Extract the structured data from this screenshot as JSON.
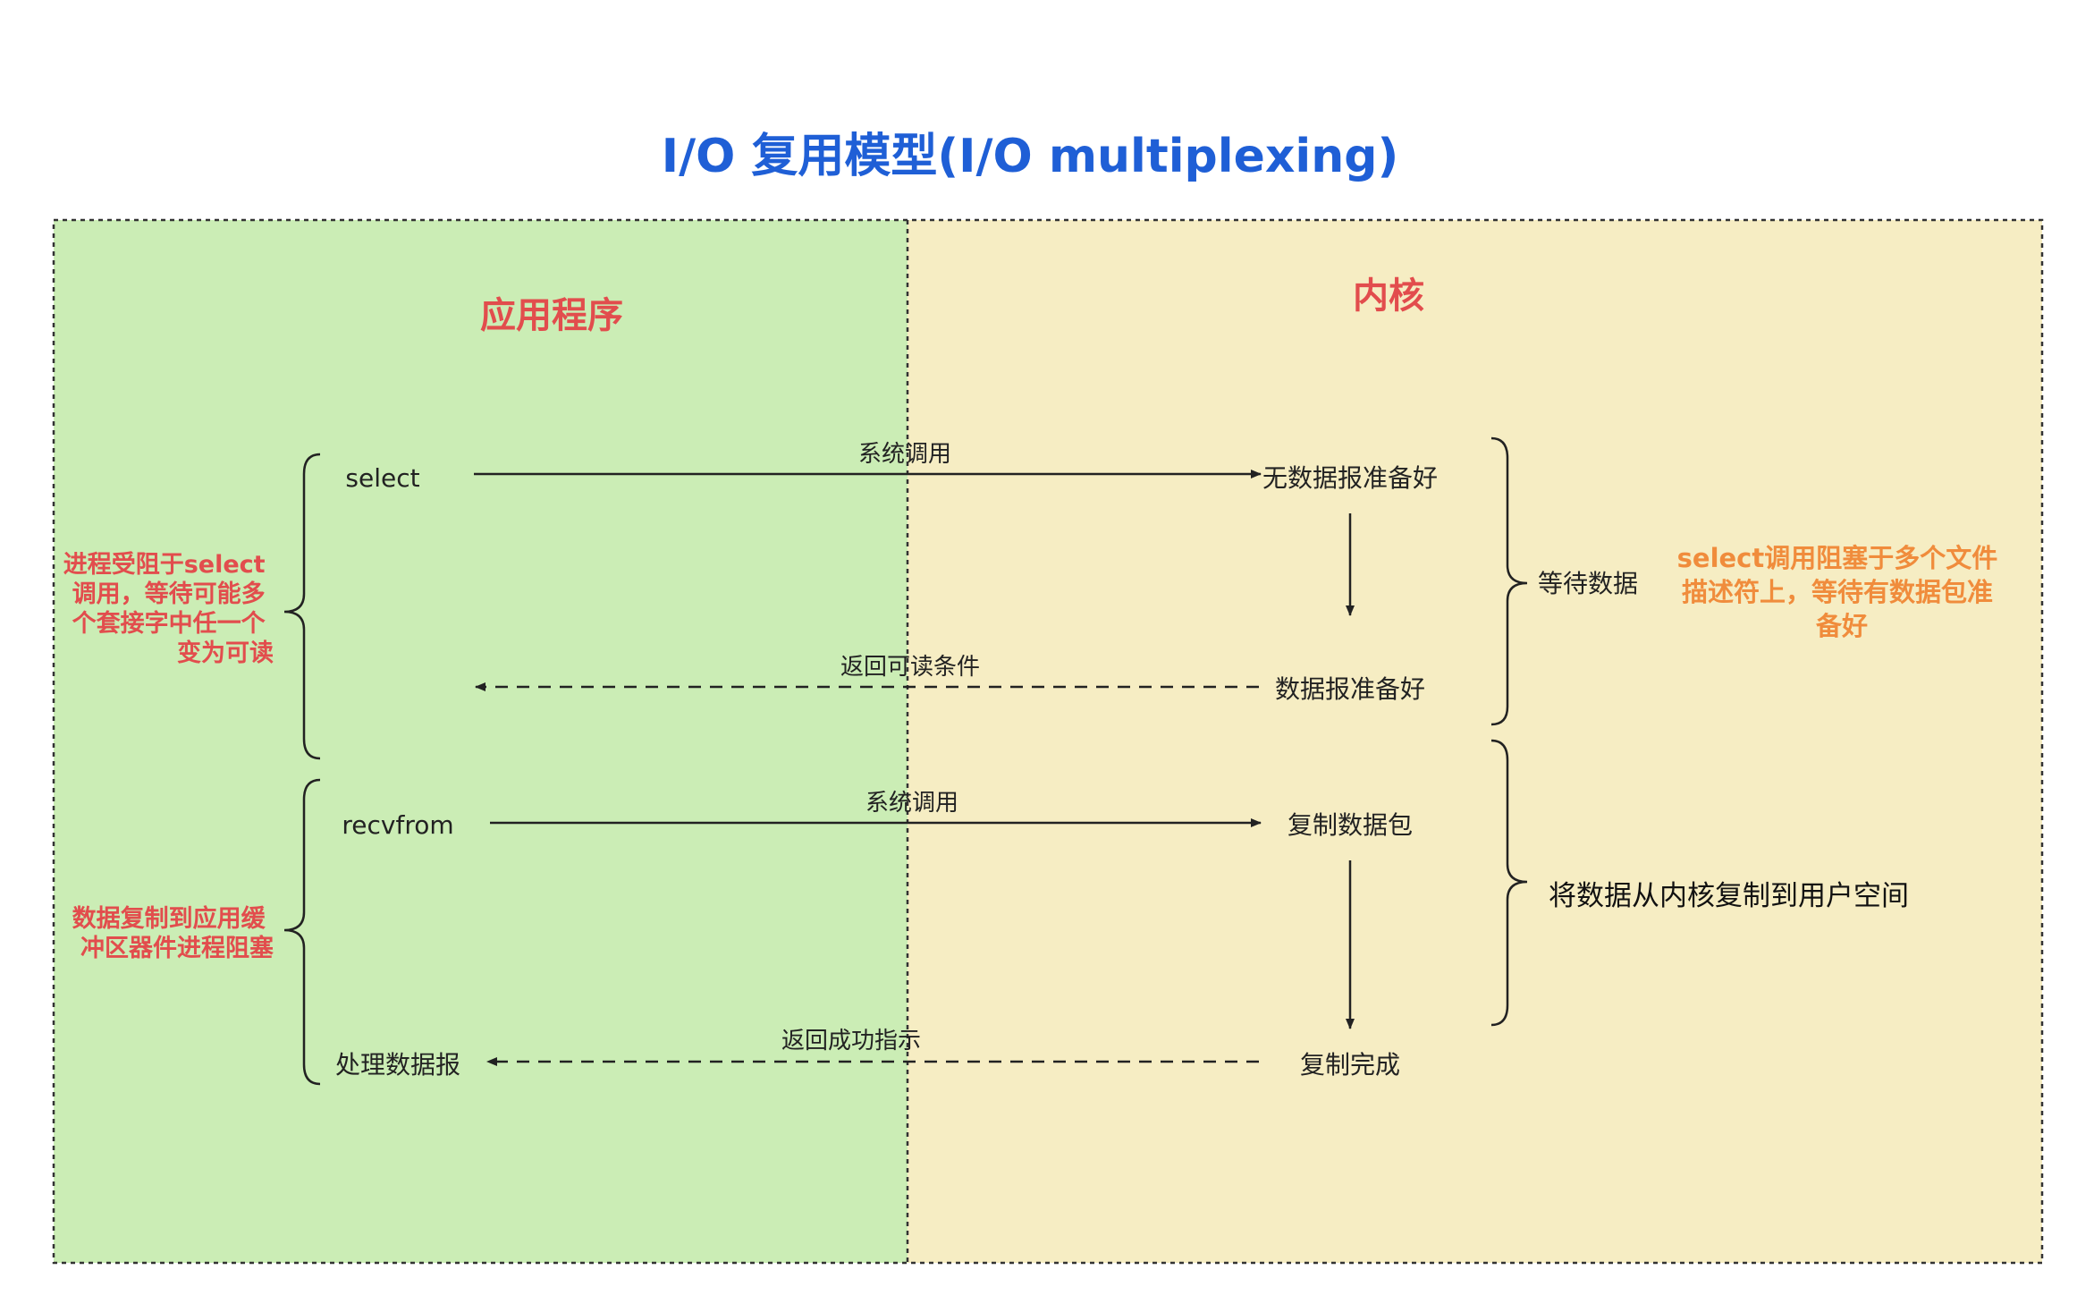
{
  "title": "I/O 复用模型(I/O multiplexing)",
  "panels": {
    "app": {
      "label": "应用程序"
    },
    "kernel": {
      "label": "内核"
    }
  },
  "app_nodes": {
    "select": "select",
    "recvfrom": "recvfrom",
    "process": "处理数据报"
  },
  "kernel_nodes": {
    "no_data": "无数据报准备好",
    "data_ready": "数据报准备好",
    "copy_packet": "复制数据包",
    "copy_done": "复制完成"
  },
  "arrows": {
    "syscall_1": "系统调用",
    "return_readable": "返回可读条件",
    "syscall_2": "系统调用",
    "return_success": "返回成功指示"
  },
  "brackets": {
    "wait_data": "等待数据",
    "copy_to_user": "将数据从内核复制到用户空间"
  },
  "notes": {
    "select_block": [
      "进程受阻于select",
      "调用，等待可能多",
      "个套接字中任一个",
      "变为可读"
    ],
    "copy_block": [
      "数据复制到应用缓",
      "冲区器件进程阻塞"
    ],
    "select_desc": [
      "select调用阻塞于多个文件",
      "描述符上，等待有数据包准",
      "备好"
    ]
  },
  "colors": {
    "title": "#1f5fd6",
    "panel_label": "#e24d4d",
    "note_red": "#e24d4d",
    "note_orange": "#f08c3c",
    "app_bg": "#cbedb5",
    "kernel_bg": "#f6edc3",
    "line": "#222222"
  }
}
